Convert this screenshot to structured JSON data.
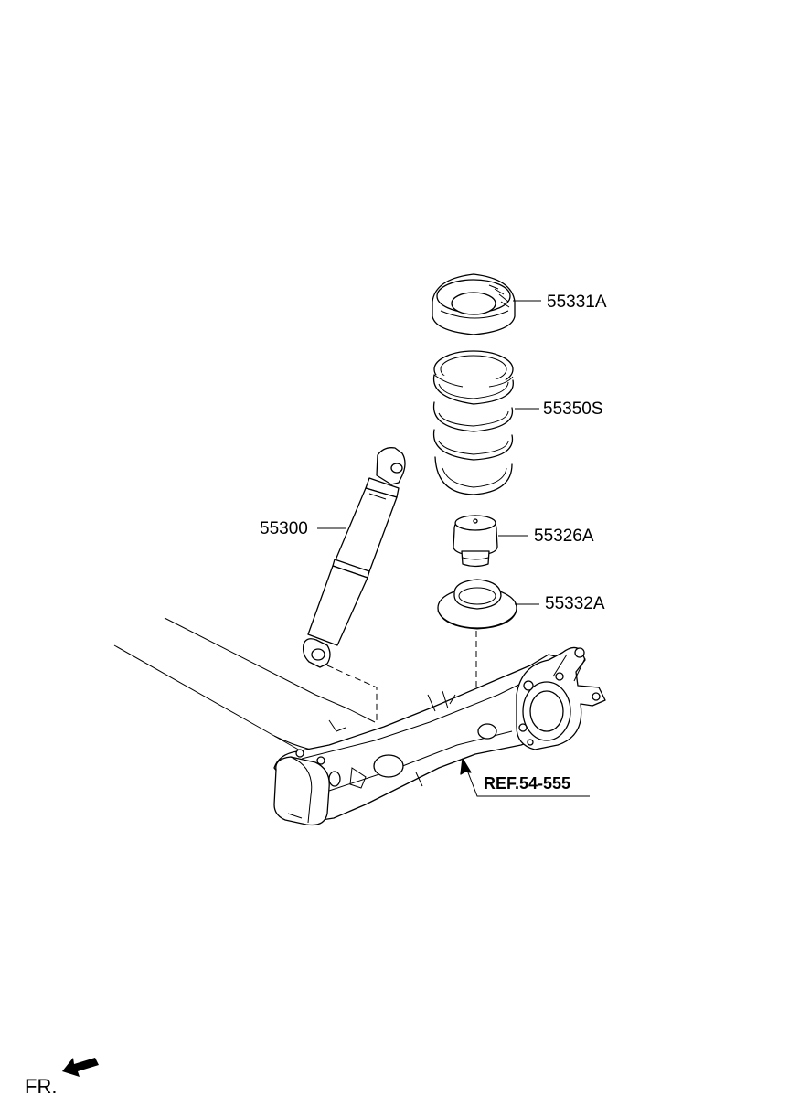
{
  "callouts": {
    "insulator_upper": "55331A",
    "coil_spring": "55350S",
    "shock_absorber": "55300",
    "bumper_stopper": "55326A",
    "insulator_lower": "55332A",
    "reference": "REF.54-555"
  },
  "front_indicator": "FR.",
  "icons": {
    "front_arrow": "arrow-left-down-icon"
  }
}
